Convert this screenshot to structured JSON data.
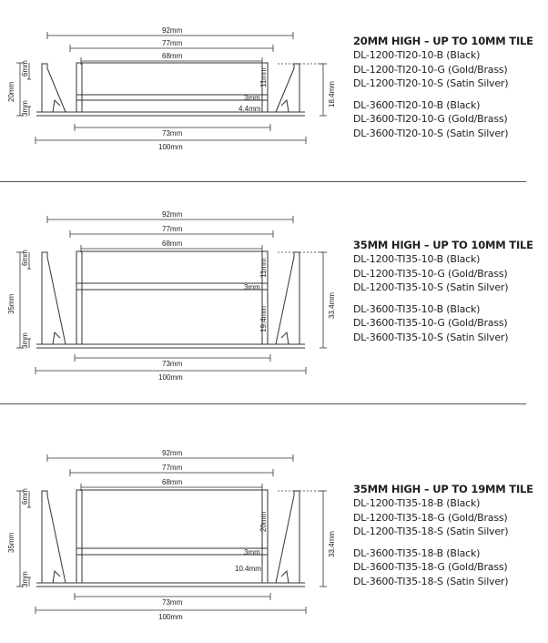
{
  "colors": {
    "line": "#333333",
    "text": "#1e1e1e",
    "divider": "#555555"
  },
  "sections": [
    {
      "title": "20MM HIGH – UP TO 10MM TILE",
      "codes_a": [
        "DL-1200-TI20-10-B (Black)",
        "DL-1200-TI20-10-G (Gold/Brass)",
        "DL-1200-TI20-10-S (Satin Silver)"
      ],
      "codes_b": [
        "DL-3600-TI20-10-B (Black)",
        "DL-3600-TI20-10-G (Gold/Brass)",
        "DL-3600-TI20-10-S (Satin Silver)"
      ],
      "dims": {
        "w92": "92mm",
        "w77": "77mm",
        "w68": "68mm",
        "w73": "73mm",
        "w100": "100mm",
        "h_total": "20mm",
        "h_top": "6mm",
        "h_bottom": "3mm",
        "h_inner": "11mm",
        "h_base": "3mm",
        "h_low": "4.4mm",
        "h_right": "18.4mm"
      }
    },
    {
      "title": "35MM HIGH – UP TO 10MM TILE",
      "codes_a": [
        "DL-1200-TI35-10-B (Black)",
        "DL-1200-TI35-10-G (Gold/Brass)",
        "DL-1200-TI35-10-S (Satin Silver)"
      ],
      "codes_b": [
        "DL-3600-TI35-10-B (Black)",
        "DL-3600-TI35-10-G (Gold/Brass)",
        "DL-3600-TI35-10-S (Satin Silver)"
      ],
      "dims": {
        "w92": "92mm",
        "w77": "77mm",
        "w68": "68mm",
        "w73": "73mm",
        "w100": "100mm",
        "h_total": "35mm",
        "h_top": "6mm",
        "h_bottom": "3mm",
        "h_inner": "11mm",
        "h_base": "3mm",
        "h_low": "19.4mm",
        "h_right": "33.4mm"
      }
    },
    {
      "title": "35MM HIGH – UP TO 19MM TILE",
      "codes_a": [
        "DL-1200-TI35-18-B (Black)",
        "DL-1200-TI35-18-G (Gold/Brass)",
        "DL-1200-TI35-18-S (Satin Silver)"
      ],
      "codes_b": [
        "DL-3600-TI35-18-B (Black)",
        "DL-3600-TI35-18-G (Gold/Brass)",
        "DL-3600-TI35-18-S (Satin Silver)"
      ],
      "dims": {
        "w92": "92mm",
        "w77": "77mm",
        "w68": "68mm",
        "w73": "73mm",
        "w100": "100mm",
        "h_total": "35mm",
        "h_top": "6mm",
        "h_bottom": "3mm",
        "h_inner": "20mm",
        "h_base": "3mm",
        "h_low": "10.4mm",
        "h_right": "33.4mm"
      }
    }
  ]
}
